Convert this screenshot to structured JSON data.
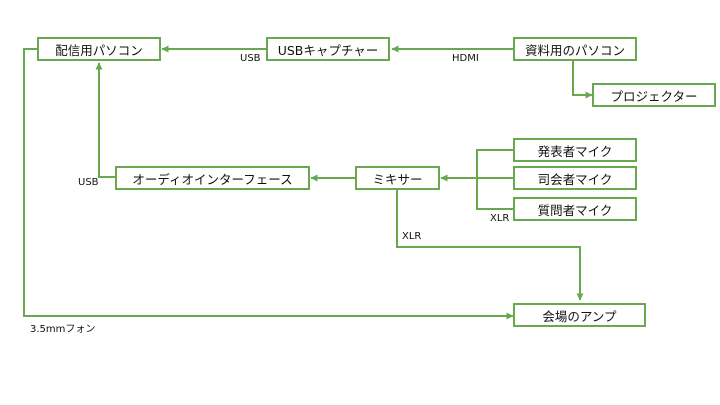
{
  "colors": {
    "line": "#6aa84f",
    "text": "#111111",
    "background": "#ffffff"
  },
  "nodes": {
    "streaming_pc": "配信用パソコン",
    "usb_capture": "USBキャプチャー",
    "materials_pc": "資料用のパソコン",
    "projector": "プロジェクター",
    "presenter_mic": "発表者マイク",
    "moderator_mic": "司会者マイク",
    "questioner_mic": "質問者マイク",
    "mixer": "ミキサー",
    "audio_interface": "オーディオインターフェース",
    "venue_amp": "会場のアンプ"
  },
  "edge_labels": {
    "capture_to_pc": "USB",
    "materials_to_capture": "HDMI",
    "interface_to_pc": "USB",
    "mics_to_mixer": "XLR",
    "mixer_to_amp": "XLR",
    "pc_to_amp": "3.5mmフォン"
  }
}
